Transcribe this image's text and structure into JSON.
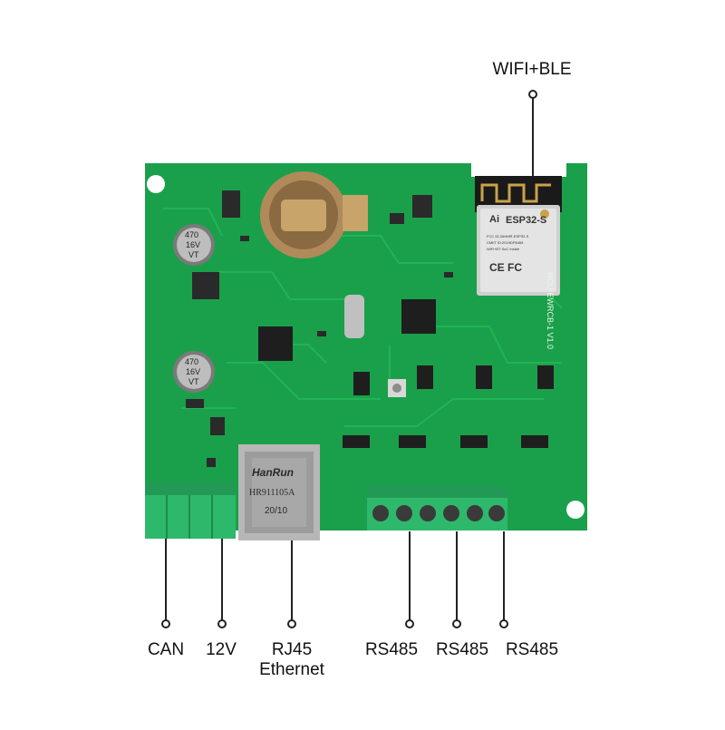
{
  "colors": {
    "pcb": "#1aa04a",
    "pcb_dark": "#14853c",
    "trace": "#22b354",
    "silk": "#e8f5ea",
    "terminal": "#2eb86b",
    "terminal_dark": "#229a55",
    "leader": "#222222"
  },
  "board": {
    "silkscreen_model": "RCU-EWRCB-1 V1.0",
    "rj45_brand": "HanRun",
    "rj45_model": "HR911105A",
    "rj45_date": "20/10",
    "cap_top_value": "470",
    "cap_top_voltage": "16V",
    "cap_top_series": "VT",
    "cap_bottom_value": "470",
    "cap_bottom_voltage": "16V",
    "cap_bottom_series": "VT",
    "esp_model": "ESP32-S",
    "esp_line2": "FCC ID:2AHMR-ESP32-S",
    "esp_line3": "CMIIT ID:2019DP8469",
    "esp_line4": "WiFi+BT SoC Inside",
    "esp_logo": "Ai",
    "esp_marks": "CE FC"
  },
  "callouts": {
    "wifi": "WIFI+BLE",
    "can": "CAN",
    "power": "12V",
    "rj45": "RJ45",
    "ethernet": "Ethernet",
    "rs485_1": "RS485",
    "rs485_2": "RS485",
    "rs485_3": "RS485"
  }
}
